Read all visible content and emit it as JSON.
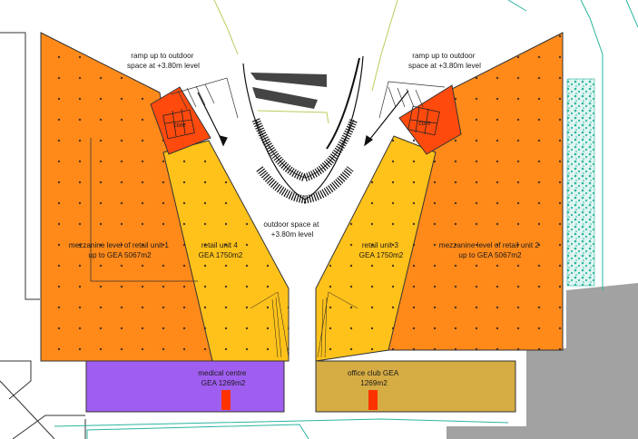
{
  "labels": {
    "ramp_left": [
      "ramp up to outdoor",
      "space at  +3.80m level"
    ],
    "ramp_right": [
      "ramp up to outdoor",
      "space at  +3.80m level"
    ],
    "outdoor_space": [
      "outdoor space at",
      "+3.80m level"
    ],
    "core_left": "core",
    "core_right": "core",
    "mezz_left": [
      "mezzanine level of retail unit  1",
      "up to GEA 5067m2"
    ],
    "mezz_right": [
      "mezzanine level of retail unit  2",
      "up to GEA 5067m2"
    ],
    "retail_4": [
      "retail unit  4",
      "GEA  1750m2"
    ],
    "retail_3": [
      "retail unit  3",
      "GEA  1750m2"
    ],
    "medical": [
      "medical centre",
      "GEA  1269m2"
    ],
    "office": [
      "office club  GEA",
      "1269m2"
    ]
  },
  "colors": {
    "mezzanine": "#ff8a1a",
    "retail": "#ffc21a",
    "core": "#ff4a0e",
    "medical": "#a05ef0",
    "office": "#d6ac44",
    "entrance": "#ff3300",
    "building_grey": "#a2a2a2",
    "landscape": "#2bb5a0"
  }
}
